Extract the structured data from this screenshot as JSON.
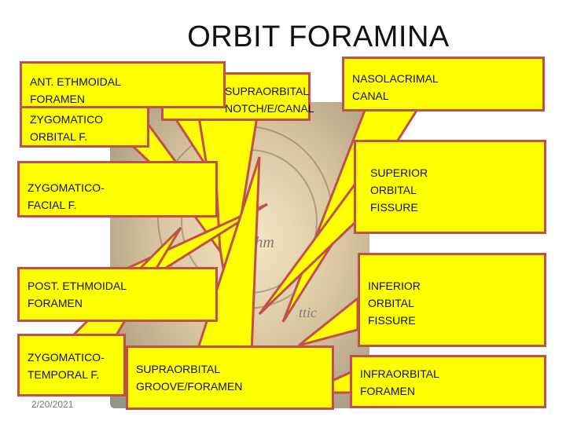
{
  "title": "ORBIT FORAMINA",
  "date": "2/20/2021",
  "colors": {
    "box_fill": "#ffff00",
    "box_border": "#c0504d"
  },
  "labels": {
    "zyg_orbital": "ZYGOMATICO ORBITAL F.",
    "ant_ethmoidal": "ANT. ETHMOIDAL FORAMEN",
    "supraorbital_canal": "SUPRAORBITAL NOTCH/E/CANAL",
    "nasolacrimal": "NASOLACRIMAL CANAL",
    "zyg_facial": "ZYGOMATICO- FACIAL F.",
    "superior_fissure": "SUPERIOR ORBITAL FISSURE",
    "post_ethmoidal": "POST. ETHMOIDAL FORAMEN",
    "inferior_fissure": "INFERIOR ORBITAL FISSURE",
    "zyg_temporal": "ZYGOMATICO- TEMPORAL F.",
    "supraorbital_groove": "SUPRAORBITAL GROOVE/FORAMEN",
    "infraorbital": "INFRAORBITAL FORAMEN"
  },
  "photo_text": {
    "ethm": "ethm",
    "ic": "ttic"
  }
}
